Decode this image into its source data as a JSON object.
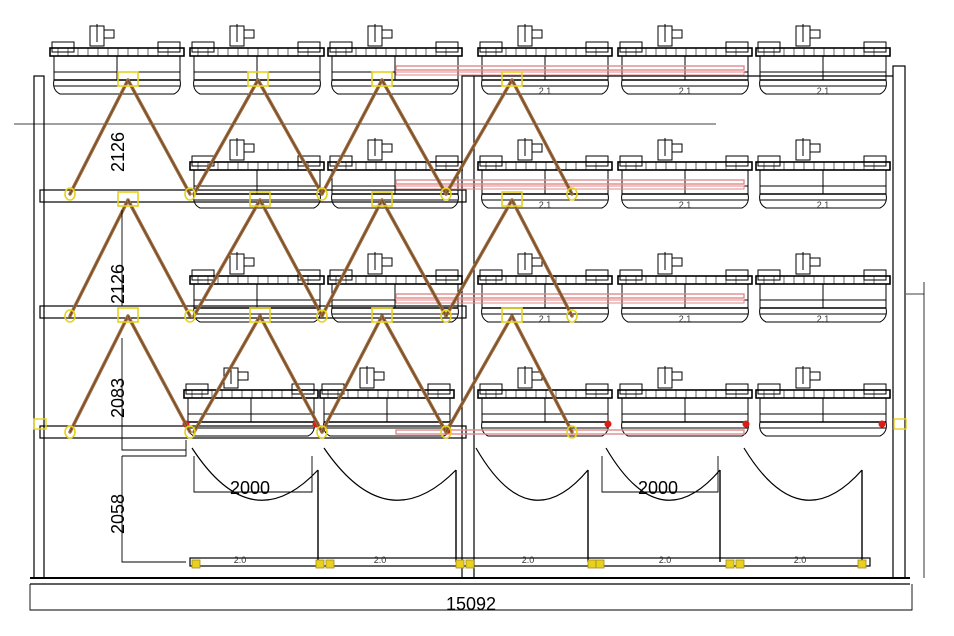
{
  "dimensions": {
    "tier_height_top": "2126",
    "tier_height_middle": "2126",
    "tier_height_lower": "2083",
    "ground_height": "2058",
    "bay_width_left": "2000",
    "bay_width_right": "2000",
    "total_length": "15092"
  },
  "platform_label_upper": "2.1",
  "platform_label_ground": "2.0",
  "colors": {
    "line": "#000000",
    "diagonal_brace": "#9c6b3f",
    "pivot_box": "#e6d21e",
    "rail_highlight": "#e08a8a",
    "marker_red": "#d91e18"
  }
}
